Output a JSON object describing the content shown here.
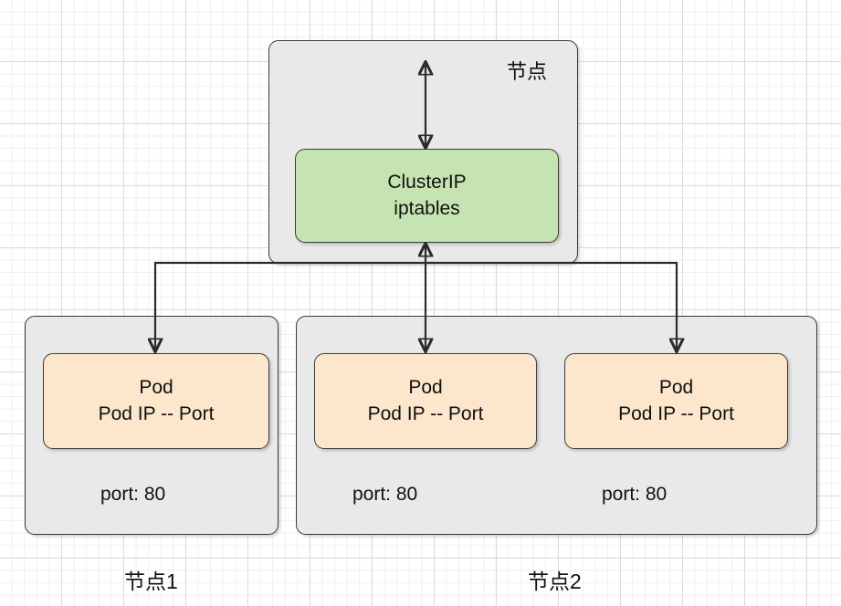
{
  "diagram": {
    "title_node_top": "节点",
    "service": {
      "line1": "ClusterIP",
      "line2": "iptables"
    },
    "pods": [
      {
        "line1": "Pod",
        "line2": "Pod IP -- Port",
        "port_label": "port: 80"
      },
      {
        "line1": "Pod",
        "line2": "Pod IP -- Port",
        "port_label": "port: 80"
      },
      {
        "line1": "Pod",
        "line2": "Pod IP -- Port",
        "port_label": "port: 80"
      }
    ],
    "captions": {
      "node1": "节点1",
      "node2": "节点2"
    },
    "colors": {
      "service_fill": "#c6e3b2",
      "pod_fill": "#fce6cc",
      "container_fill": "#e9e9e9",
      "stroke": "#3b3b3b",
      "grid_minor": "#efefef",
      "grid_major": "#dbdbdb"
    }
  }
}
